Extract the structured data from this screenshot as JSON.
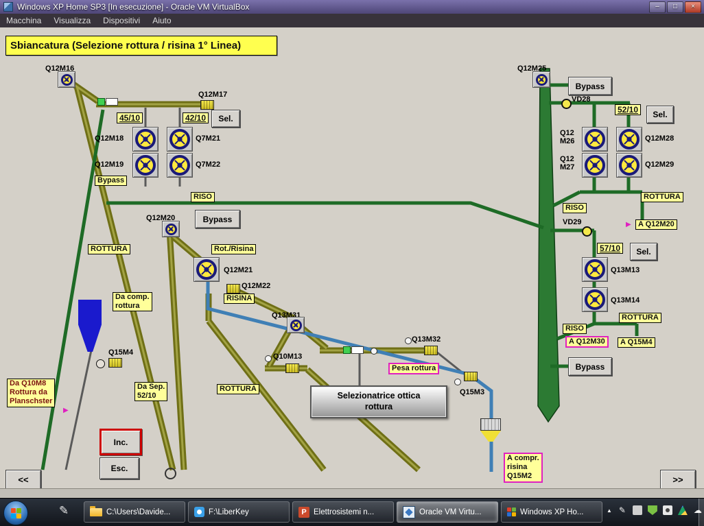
{
  "window": {
    "title": "Windows XP Home SP3 [In esecuzione] - Oracle VM VirtualBox",
    "controls": {
      "minimize": "–",
      "maximize": "□",
      "close": "×"
    }
  },
  "menubar": {
    "items": [
      "Macchina",
      "Visualizza",
      "Dispositivi",
      "Aiuto"
    ]
  },
  "scada": {
    "banner": "Sbiancatura (Selezione rottura / risina 1° Linea)",
    "machines": {
      "q12m16": "Q12M16",
      "q12m17": "Q12M17",
      "q12m18": "Q12M18",
      "q12m19": "Q12M19",
      "q7m21": "Q7M21",
      "q7m22": "Q7M22",
      "q12m20": "Q12M20",
      "q12m21": "Q12M21",
      "q12m22": "Q12M22",
      "q13m31": "Q13M31",
      "q10m13": "Q10M13",
      "q13m32": "Q13M32",
      "q15m4": "Q15M4",
      "q15m3": "Q15M3",
      "q12m25": "Q12M25",
      "q12m26": "Q12\nM26",
      "q12m27": "Q12\nM27",
      "q12m28": "Q12M28",
      "q12m29": "Q12M29",
      "q13m13": "Q13M13",
      "q13m14": "Q13M14",
      "vd28": "VD28",
      "vd29": "VD29"
    },
    "ratios": {
      "r45": "45/10",
      "r42": "42/10",
      "r52": "52/10",
      "r57": "57/10"
    },
    "buttons": {
      "sel": "Sel.",
      "bypass": "Bypass",
      "inc": "Inc.",
      "esc": "Esc.",
      "prev": "<<",
      "next": ">>"
    },
    "flows": {
      "riso": "RISO",
      "rottura": "ROTTURA",
      "risina": "RISINA"
    },
    "notes": {
      "rot_risina": "Rot./Risina",
      "da_comp": "Da comp.\nrottura",
      "da_sep": "Da Sep.\n52/10",
      "da_q10m8": "Da Q10M8\nRottura da\nPlanschster",
      "pesa": "Pesa rottura",
      "selezionatrice": "Selezionatrice ottica\nrottura",
      "a_q12m20": "A Q12M20",
      "a_q12m30": "A Q12M30",
      "a_q15m4": "A Q15M4",
      "a_compr": "A compr.\nrisina\nQ15M2"
    },
    "colors": {
      "pipe_olive": "#6f6f16",
      "pipe_green": "#1e6b26",
      "pipe_blue": "#3f7fb5",
      "label_yellow": "#ffff9a",
      "magenta": "#e020c0",
      "alarm_red": "#cc0000"
    }
  },
  "taskbar": {
    "tasks": [
      {
        "label": "C:\\Users\\Davide..."
      },
      {
        "label": "F:\\LiberKey"
      },
      {
        "label": "Elettrosistemi n...",
        "icon_letter": "P"
      },
      {
        "label": "Oracle VM Virtu...",
        "active": true
      },
      {
        "label": "Windows XP Ho..."
      }
    ]
  }
}
